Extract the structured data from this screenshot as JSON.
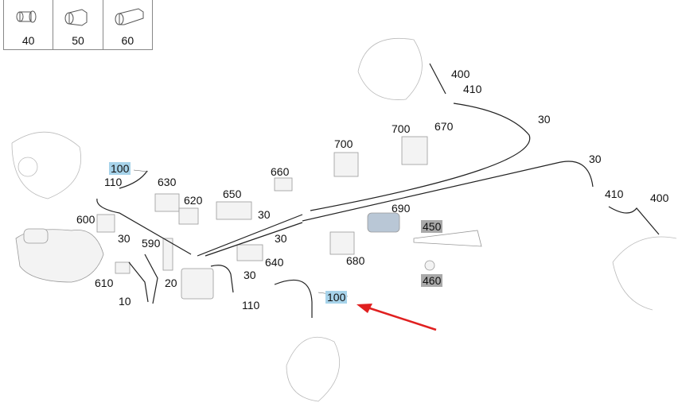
{
  "legend": [
    {
      "number": "40",
      "icon": "union-nut-icon"
    },
    {
      "number": "50",
      "icon": "hex-nut-icon"
    },
    {
      "number": "60",
      "icon": "hex-connector-icon"
    }
  ],
  "callouts": [
    {
      "id": "c100a",
      "text": "100",
      "style": "highlight"
    },
    {
      "id": "c110a",
      "text": "110"
    },
    {
      "id": "c630",
      "text": "630"
    },
    {
      "id": "c620",
      "text": "620"
    },
    {
      "id": "c650",
      "text": "650"
    },
    {
      "id": "c660",
      "text": "660"
    },
    {
      "id": "c600",
      "text": "600"
    },
    {
      "id": "c30a",
      "text": "30"
    },
    {
      "id": "c590",
      "text": "590"
    },
    {
      "id": "c610",
      "text": "610"
    },
    {
      "id": "c20",
      "text": "20"
    },
    {
      "id": "c10",
      "text": "10"
    },
    {
      "id": "c30b",
      "text": "30"
    },
    {
      "id": "c30c",
      "text": "30"
    },
    {
      "id": "c640",
      "text": "640"
    },
    {
      "id": "c30d",
      "text": "30"
    },
    {
      "id": "c110b",
      "text": "110"
    },
    {
      "id": "c100b",
      "text": "100",
      "style": "highlight"
    },
    {
      "id": "c700a",
      "text": "700"
    },
    {
      "id": "c700b",
      "text": "700"
    },
    {
      "id": "c670",
      "text": "670"
    },
    {
      "id": "c400a",
      "text": "400"
    },
    {
      "id": "c410a",
      "text": "410"
    },
    {
      "id": "c30e",
      "text": "30"
    },
    {
      "id": "c30f",
      "text": "30"
    },
    {
      "id": "c410b",
      "text": "410"
    },
    {
      "id": "c400b",
      "text": "400"
    },
    {
      "id": "c690",
      "text": "690"
    },
    {
      "id": "c680",
      "text": "680"
    },
    {
      "id": "c450",
      "text": "450",
      "style": "grey"
    },
    {
      "id": "c460",
      "text": "460",
      "style": "grey"
    }
  ],
  "colors": {
    "highlight": "#a7d3ea",
    "grey": "#a9a9a9",
    "arrow": "#e02020"
  }
}
